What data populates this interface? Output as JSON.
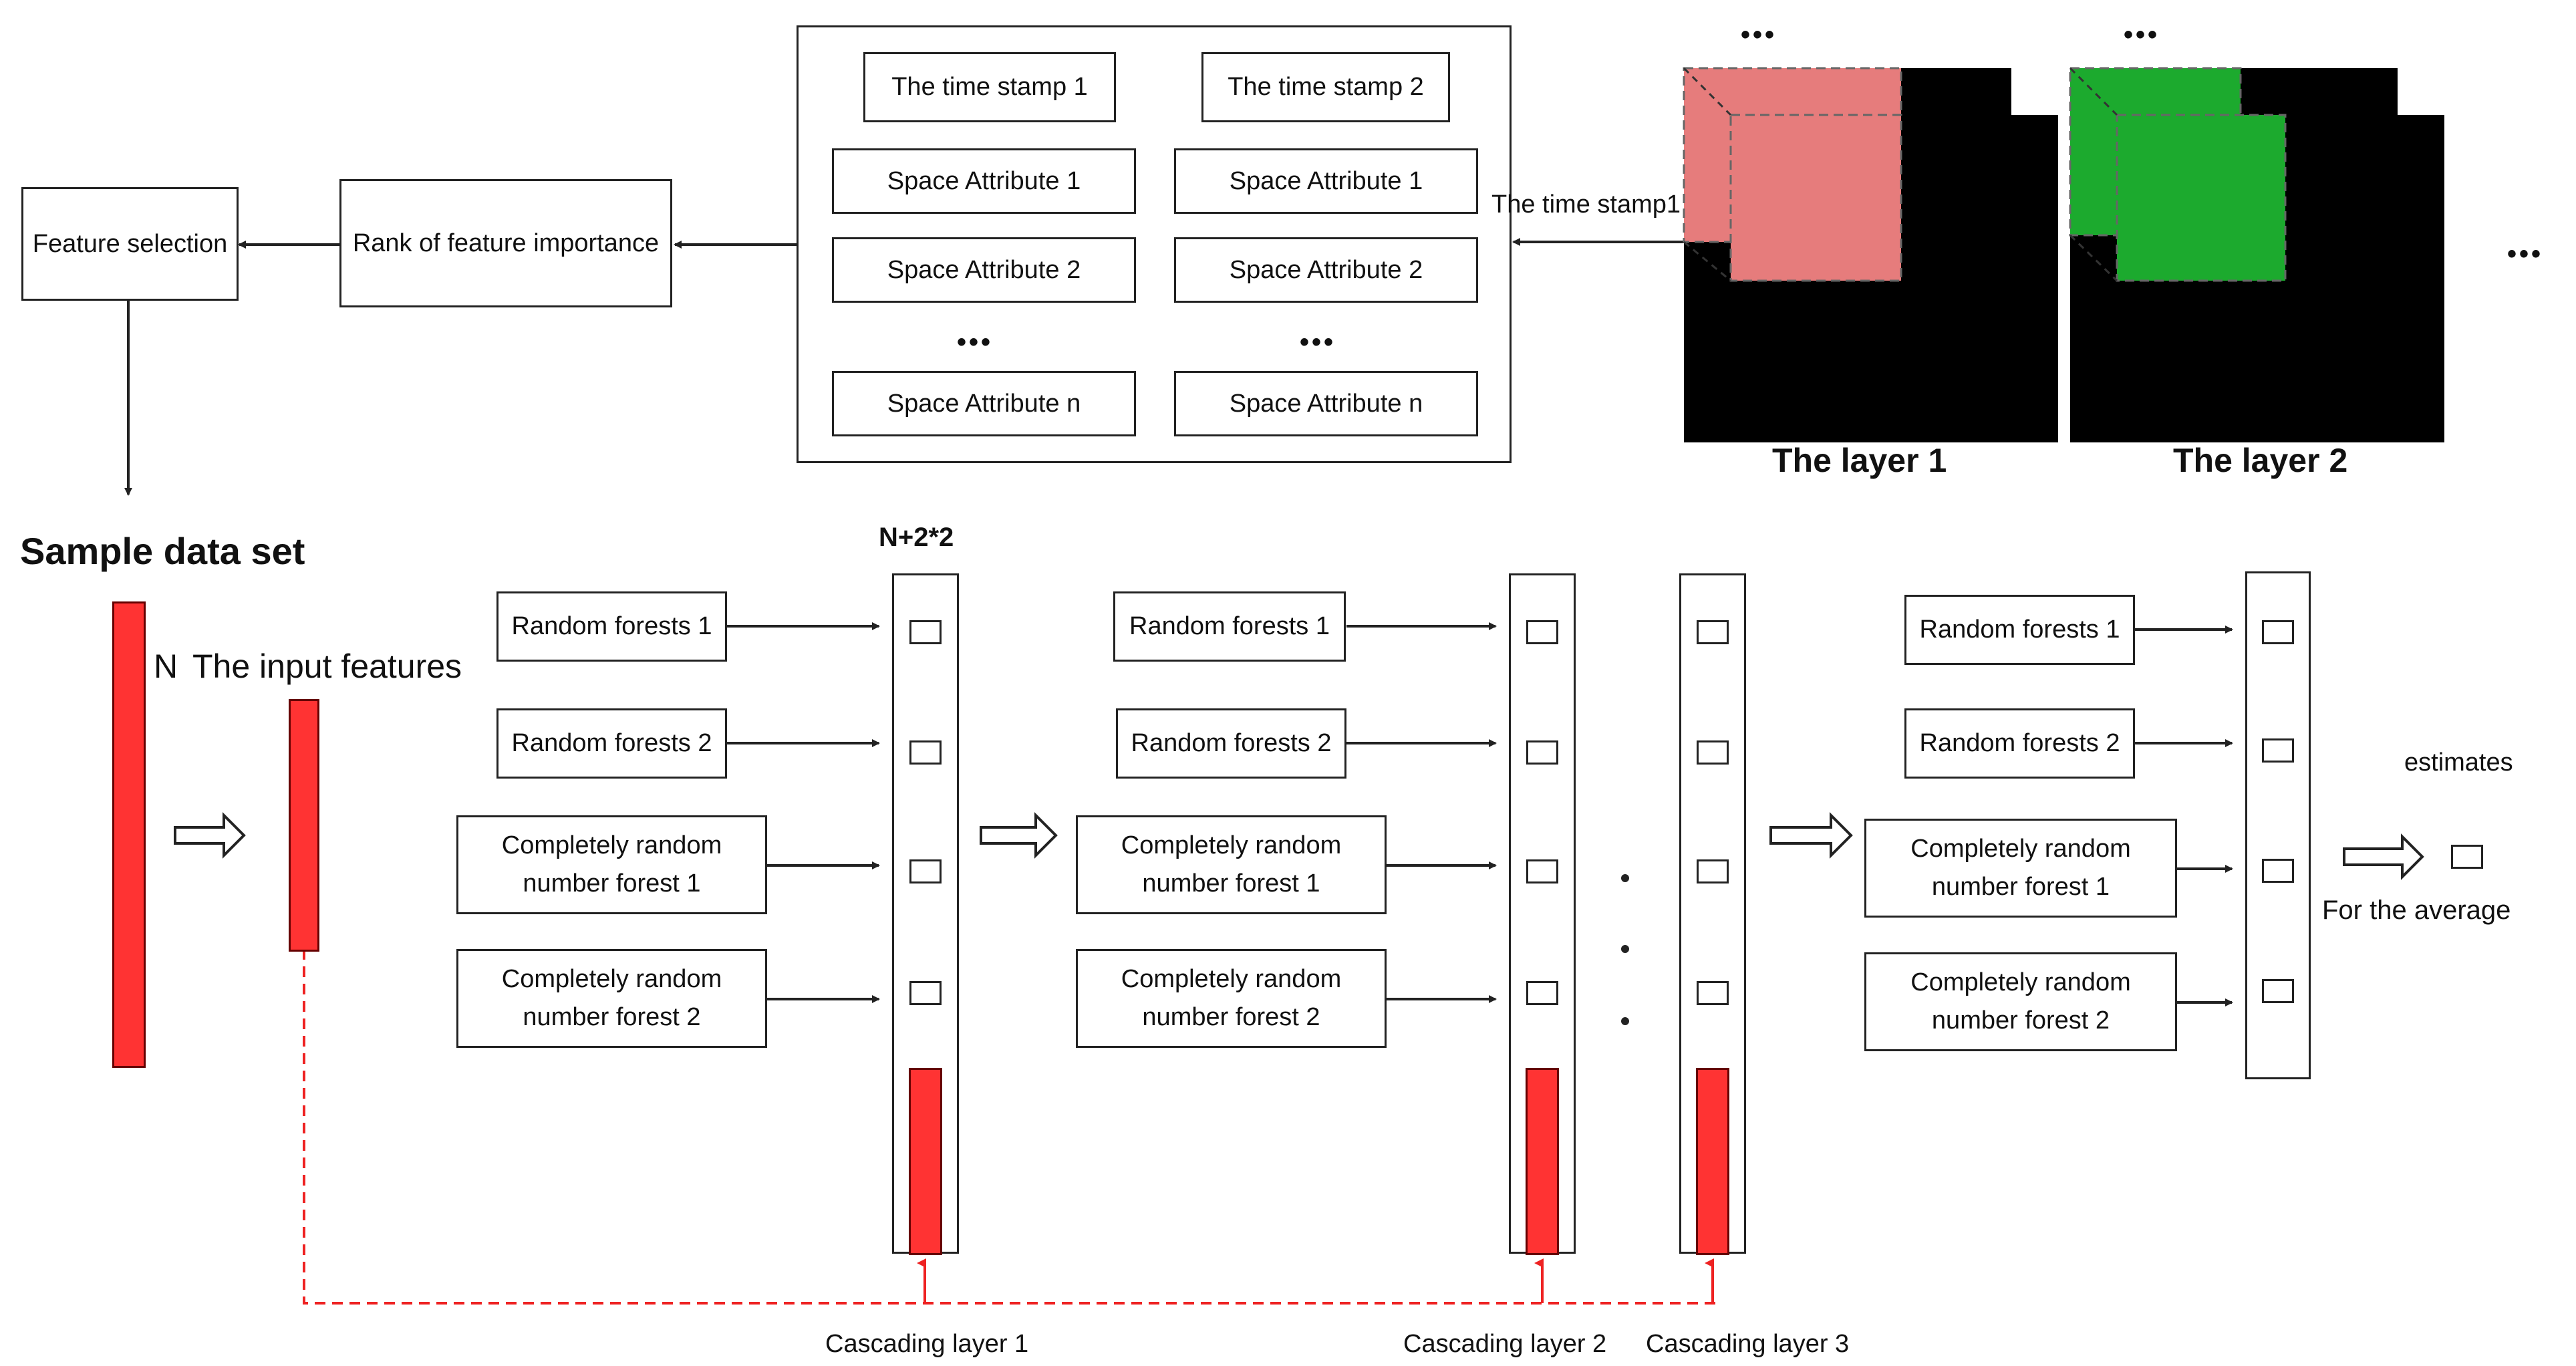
{
  "top": {
    "feature_selection": "Feature selection",
    "rank_importance": "Rank of feature importance",
    "time_stamp_1": "The time stamp 1",
    "time_stamp_2": "The time stamp 2",
    "left_attrs": [
      "Space Attribute 1",
      "Space Attribute 2"
    ],
    "right_attrs": [
      "Space Attribute 1",
      "Space Attribute 2"
    ],
    "attr_n_left": "Space Attribute n",
    "attr_n_right": "Space Attribute n",
    "dots": "•••",
    "time_stamp_arrow": "The time stamp1",
    "layer1": "The layer 1",
    "layer2": "The layer 2",
    "layer_more": "•••",
    "colors": {
      "layer1_fill": "#ff8a8a",
      "layer2_fill": "#1db330",
      "red": "#f33333"
    }
  },
  "bottom": {
    "sample_data_set": "Sample data set",
    "n_label": "N",
    "input_features": "The input features",
    "n22": "N+2*2",
    "stage1": [
      "Random forests 1",
      "Random forests 2",
      "Completely random number forest 1",
      "Completely random number forest 2"
    ],
    "stage2": [
      "Random forests 1",
      "Random forests 2",
      "Completely random number forest 1",
      "Completely random number forest 2"
    ],
    "stage3": [
      "Random forests 1",
      "Random forests 2",
      "Completely random number forest 1",
      "Completely random number forest 2"
    ],
    "cascade1": "Cascading layer 1",
    "cascade2": "Cascading layer 2",
    "cascade3": "Cascading layer 3",
    "estimates": "estimates",
    "for_average": "For the average"
  }
}
